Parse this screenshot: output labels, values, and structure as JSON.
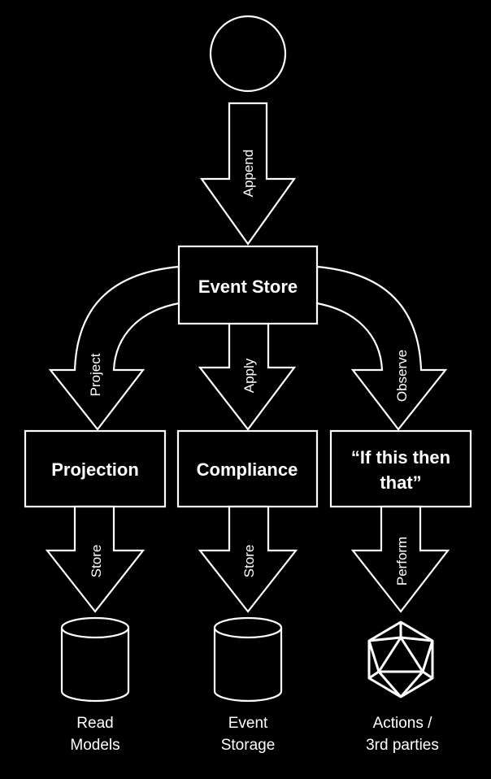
{
  "colors": {
    "background": "#000000",
    "foreground": "#ffffff"
  },
  "nodes": {
    "start": {
      "shape": "circle"
    },
    "event_store": {
      "label": "Event Store"
    },
    "projection": {
      "label": "Projection"
    },
    "compliance": {
      "label": "Compliance"
    },
    "ifttt": {
      "label_line1": "“If this then",
      "label_line2": "that”"
    }
  },
  "arrows": {
    "append": "Append",
    "project": "Project",
    "apply": "Apply",
    "observe": "Observe",
    "store_left": "Store",
    "store_middle": "Store",
    "perform": "Perform"
  },
  "outputs": {
    "read_models": {
      "icon": "database-icon",
      "line1": "Read",
      "line2": "Models"
    },
    "event_storage": {
      "icon": "database-icon",
      "line1": "Event",
      "line2": "Storage"
    },
    "actions": {
      "icon": "icosahedron-icon",
      "line1": "Actions /",
      "line2": "3rd parties"
    }
  }
}
